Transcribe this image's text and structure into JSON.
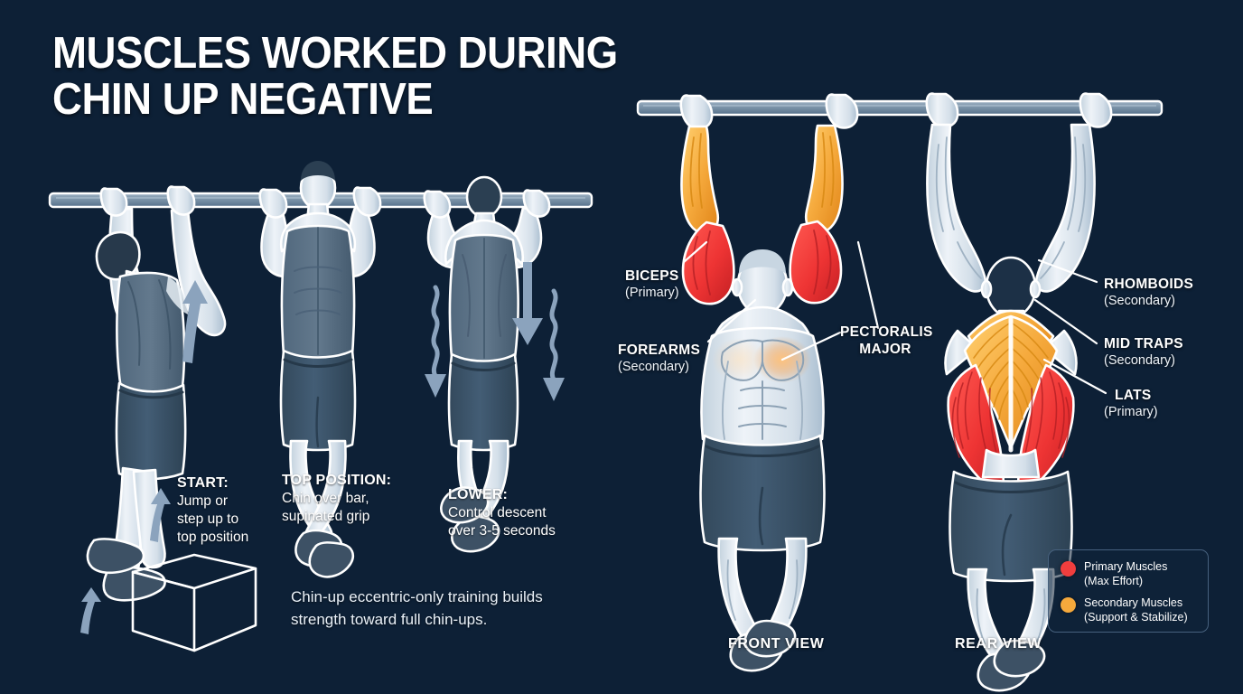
{
  "title": "MUSCLES WORKED DURING\nCHIN UP NEGATIVE",
  "colors": {
    "background": "#0d2036",
    "primary": "#ef3e3e",
    "secondary": "#f5a93c",
    "skin": "#dde6ee",
    "skin_shadow": "#a9bccd",
    "apparel": "#3f596f",
    "apparel_dark": "#2e4557",
    "bar": "#7b93a8",
    "outline": "#ffffff",
    "arrow": "#8ba3bd",
    "legend_border": "#47617e"
  },
  "steps": [
    {
      "id": "start",
      "heading": "START:",
      "body": "Jump or\nstep up to\ntop position"
    },
    {
      "id": "top",
      "heading": "TOP POSITION:",
      "body": "Chin over bar,\nsupinated grip"
    },
    {
      "id": "lower",
      "heading": "LOWER:",
      "body": "Control descent\nover 3-5 seconds"
    }
  ],
  "caption": "Chin-up eccentric-only training builds\nstrength toward full chin-ups.",
  "muscle_labels": [
    {
      "id": "biceps",
      "name": "BICEPS",
      "sub": "(Primary)"
    },
    {
      "id": "forearms",
      "name": "FOREARMS",
      "sub": "(Secondary)"
    },
    {
      "id": "pectoralis-major",
      "name": "PECTORALIS",
      "sub": "MAJOR"
    },
    {
      "id": "rhomboids",
      "name": "RHOMBOIDS",
      "sub": "(Secondary)"
    },
    {
      "id": "mid-traps",
      "name": "MID TRAPS",
      "sub": "(Secondary)"
    },
    {
      "id": "lats",
      "name": "LATS",
      "sub": "(Primary)"
    }
  ],
  "views": {
    "front": "FRONT VIEW",
    "rear": "REAR VIEW"
  },
  "legend": [
    {
      "id": "primary",
      "color": "#ef3e3e",
      "text": "Primary Muscles\n(Max Effort)"
    },
    {
      "id": "secondary",
      "color": "#f5a93c",
      "text": "Secondary Muscles\n(Support & Stabilize)"
    }
  ]
}
